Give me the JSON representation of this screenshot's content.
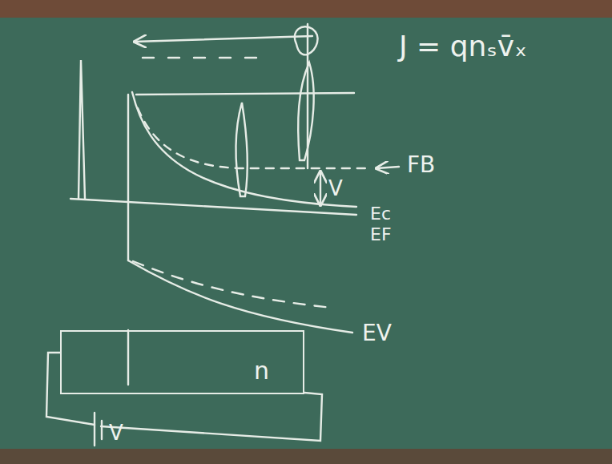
{
  "diagram": {
    "nodes": [
      {
        "text": [
          "n"
        ]
      }
    ],
    "labels": [
      "J = qnₛv̄ₓ",
      "FB",
      "V",
      "Ec",
      "EF",
      "EV",
      "V"
    ]
  }
}
